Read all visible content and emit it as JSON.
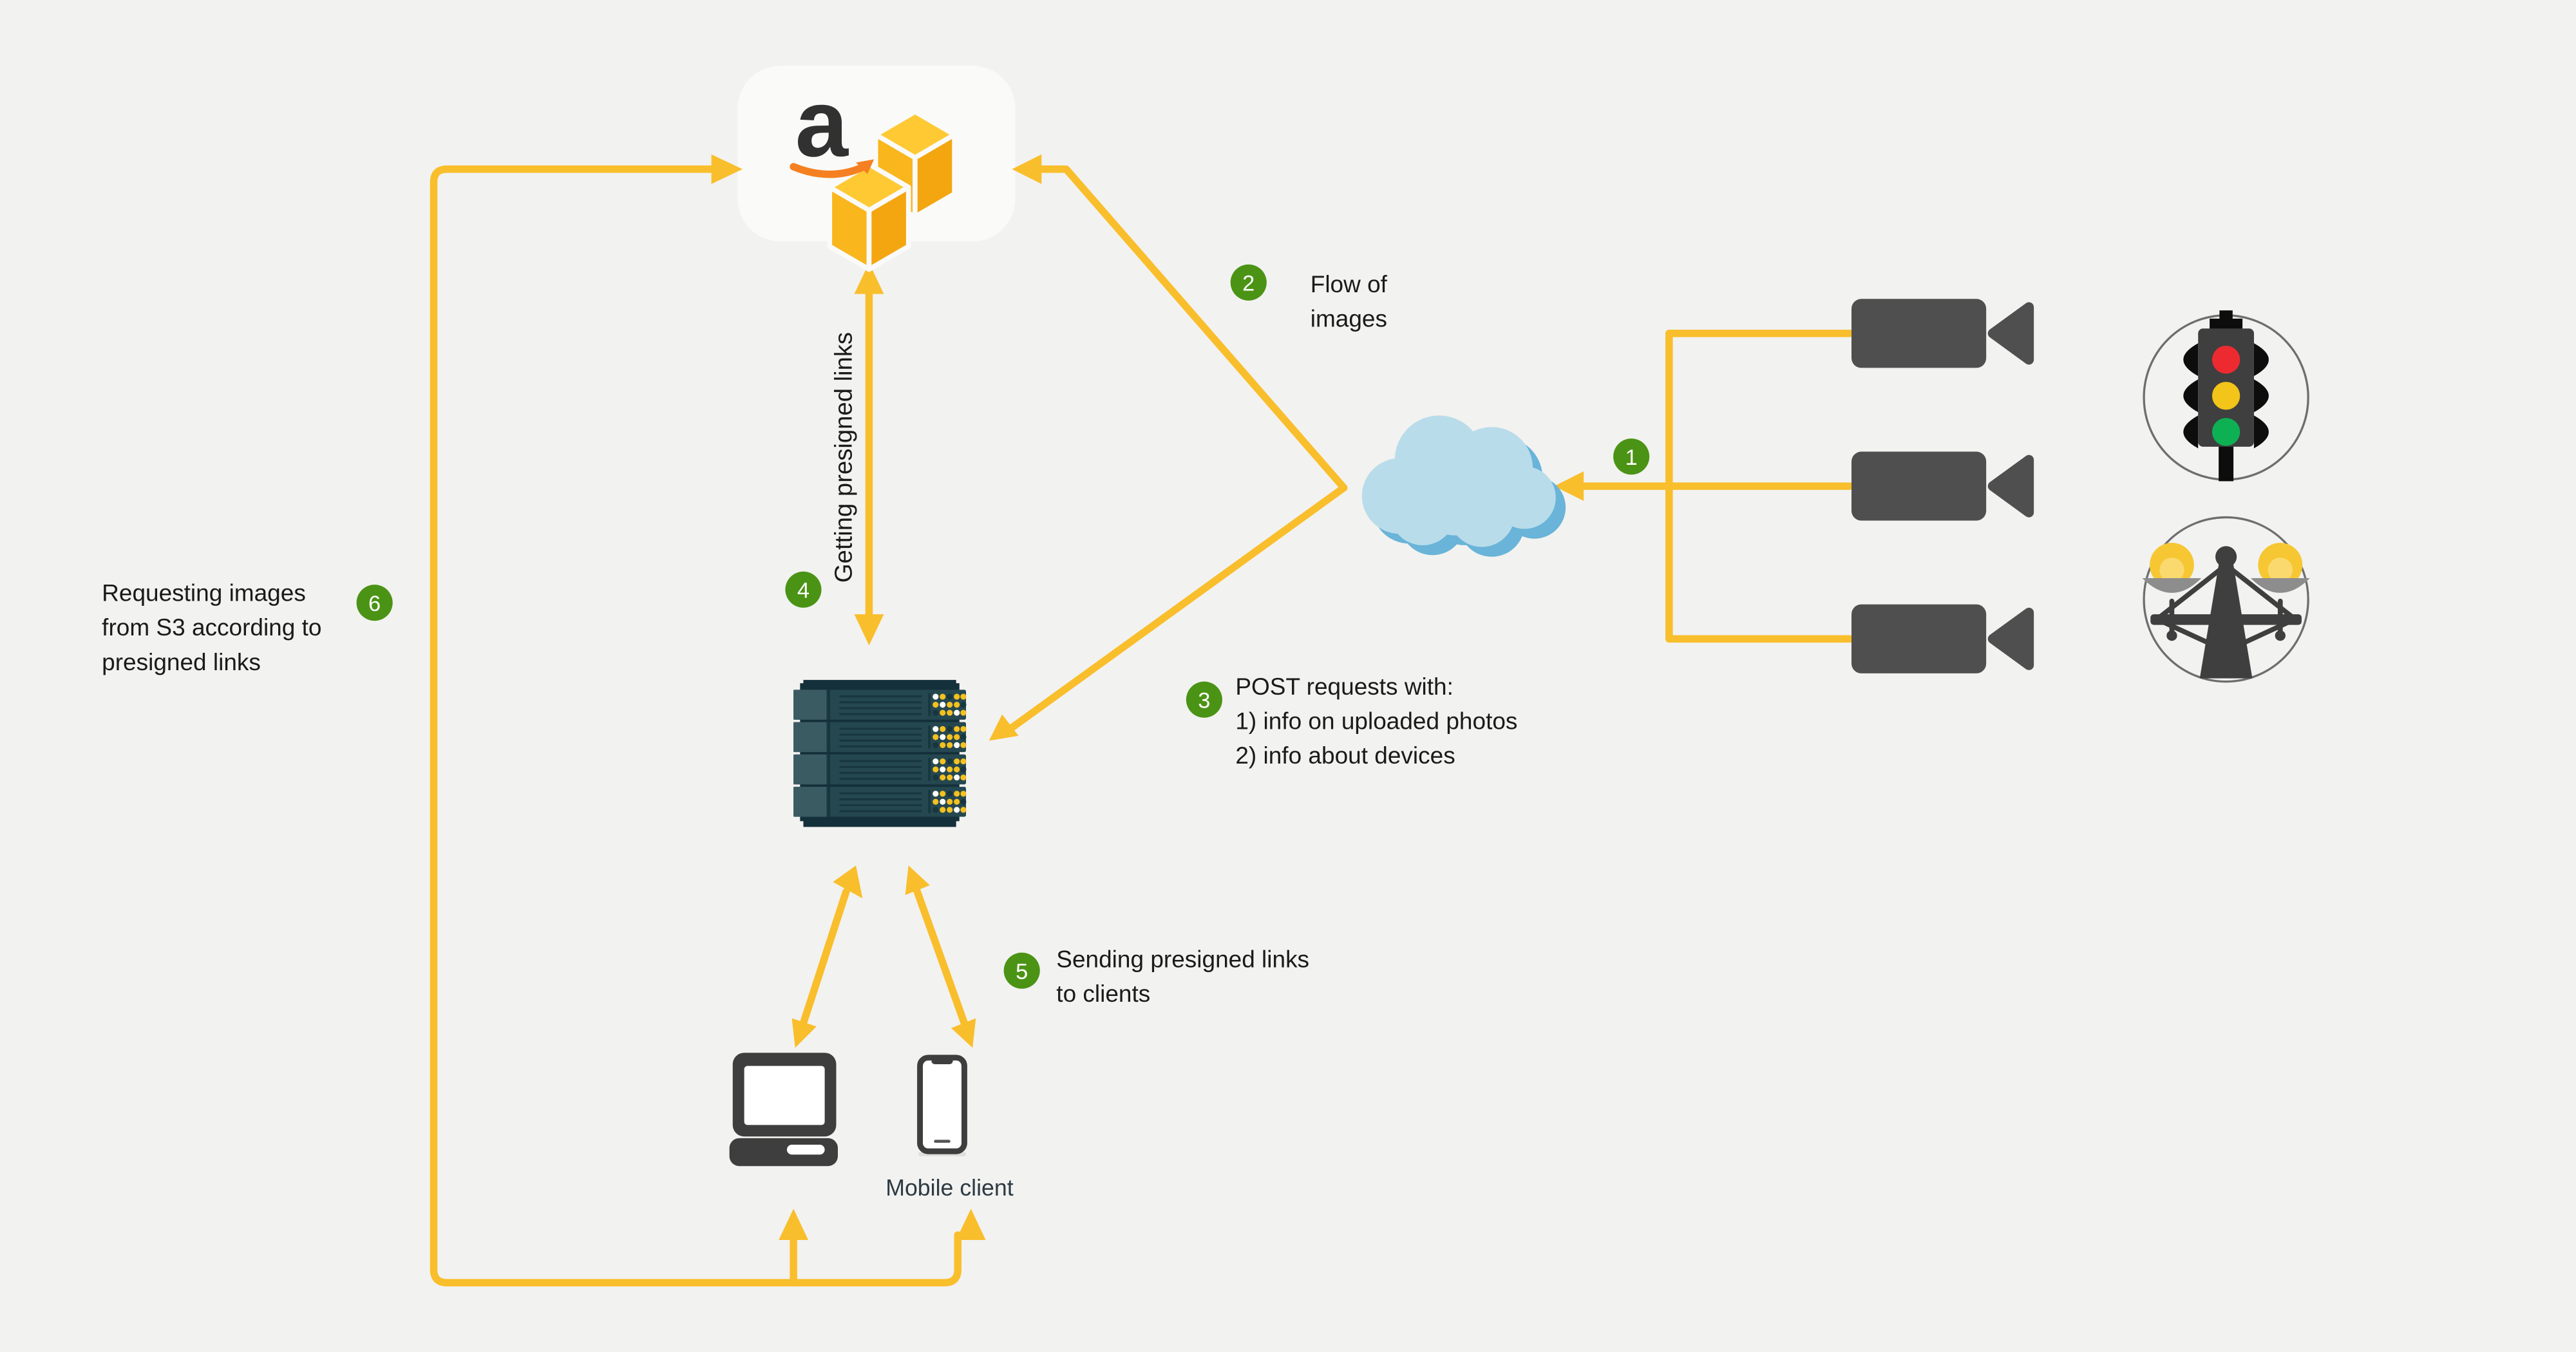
{
  "colors": {
    "background": "#f2f2f0",
    "arrow_yellow": "#f9be2b",
    "badge_green": "#4b9315",
    "cloud_blue": "#b9dcea",
    "cloud_shadow_blue": "#69b4d8",
    "device_gray": "#4f4f4f",
    "server_teal": "#25474f",
    "traffic_red": "#ee2a31",
    "traffic_yellow": "#f3c419",
    "traffic_green": "#0eb054",
    "amazon_orange": "#f58021"
  },
  "aws": {
    "logo_letter": "a"
  },
  "steps": [
    {
      "num": "1",
      "label_lines": []
    },
    {
      "num": "2",
      "label_lines": [
        "Flow of",
        "images"
      ]
    },
    {
      "num": "3",
      "label_lines": [
        "POST requests with:",
        "1) info on uploaded photos",
        "2) info about devices"
      ]
    },
    {
      "num": "4",
      "label_lines": [
        "Getting presigned links"
      ]
    },
    {
      "num": "5",
      "label_lines": [
        "Sending presigned links",
        "to clients"
      ]
    },
    {
      "num": "6",
      "label_lines": [
        "Requesting images",
        "from S3 according to",
        "presigned links"
      ]
    }
  ],
  "labels": {
    "mobile_client": "Mobile client"
  }
}
